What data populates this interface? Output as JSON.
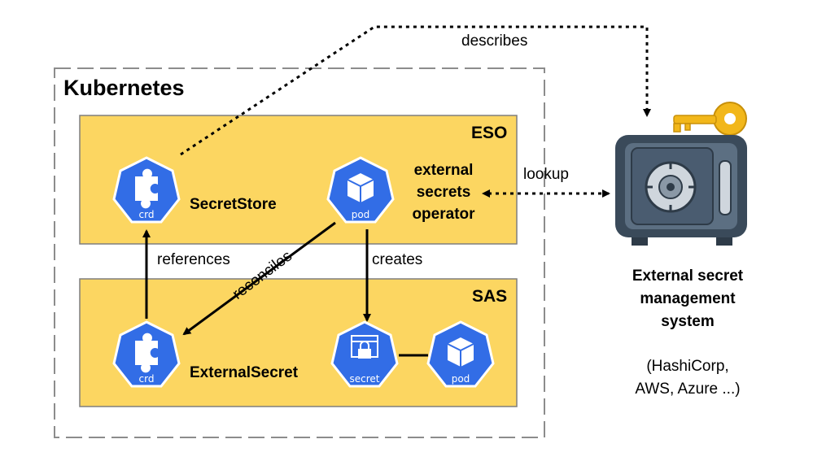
{
  "clusters": {
    "kubernetes": "Kubernetes",
    "eso": "ESO",
    "sas": "SAS"
  },
  "nodes": {
    "secretstore": {
      "label": "SecretStore",
      "icon": "crd",
      "icon_name": "kubernetes-crd-icon"
    },
    "operator": {
      "label_lines": [
        "external",
        "secrets",
        "operator"
      ],
      "icon": "pod",
      "icon_name": "kubernetes-pod-icon"
    },
    "externalsecret": {
      "label": "ExternalSecret",
      "icon": "crd",
      "icon_name": "kubernetes-crd-icon"
    },
    "secret": {
      "icon": "secret",
      "icon_name": "kubernetes-secret-icon"
    },
    "sas_pod": {
      "icon": "pod",
      "icon_name": "kubernetes-pod-icon"
    },
    "external_system": {
      "label_lines": [
        "External secret",
        "management",
        "system"
      ],
      "detail_lines": [
        "(HashiCorp,",
        "AWS, Azure ...)"
      ],
      "icon_name": "safe-with-key-icon"
    }
  },
  "edges": {
    "describes": "describes",
    "lookup": "lookup",
    "references": "references",
    "creates": "creates",
    "reconciles": "reconciles"
  },
  "colors": {
    "box_fill": "#fcd661",
    "box_border": "#7f7f7f",
    "k8s_blue": "#326de6",
    "safe_dark": "#3a4a5a",
    "key_gold": "#f2b71a"
  }
}
